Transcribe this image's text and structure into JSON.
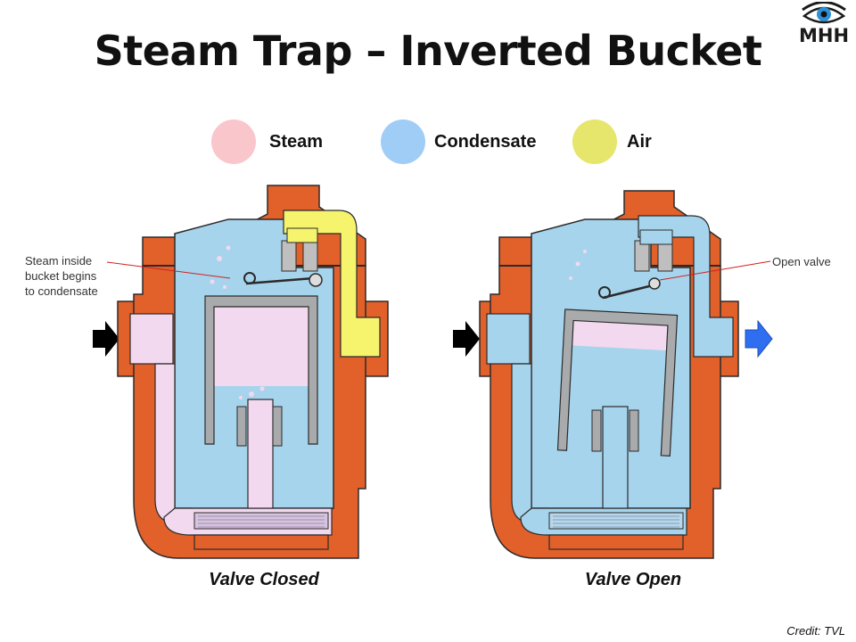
{
  "title": "Steam Trap – Inverted Bucket",
  "logo": {
    "text": "MHH",
    "icon": "eye-icon"
  },
  "legend": [
    {
      "label": "Steam",
      "color": "#f9c6cc"
    },
    {
      "label": "Condensate",
      "color": "#9fcdf6"
    },
    {
      "label": "Air",
      "color": "#e6e56c"
    }
  ],
  "annotations": {
    "left": [
      "Steam inside",
      "bucket begins",
      "to condensate"
    ],
    "right": "Open valve"
  },
  "captions": {
    "left": "Valve Closed",
    "right": "Valve Open"
  },
  "credit": "Credit: TVL",
  "colors": {
    "body": "#e2602a",
    "outline": "#2b2b2b",
    "bucket": "#a9aaac",
    "steam_inside_bucket": "#f2d9ef",
    "condensate": "#a6d4ec",
    "air": "#f6f36d",
    "outlet_arrow": "#2f6ef0",
    "inlet_arrow": "#000000"
  }
}
